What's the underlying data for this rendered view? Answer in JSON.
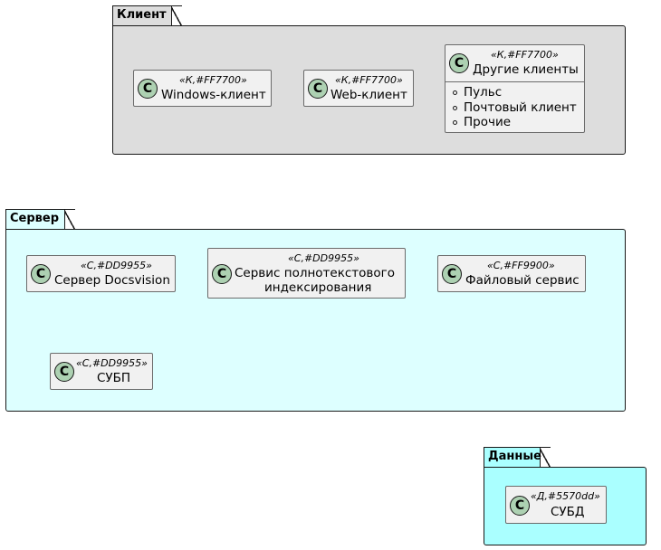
{
  "packages": {
    "client": {
      "title": "Клиент",
      "color": "#dddddd",
      "classes": {
        "windows": {
          "stereotype": "«К,#FF7700»",
          "name": "Windows-клиент"
        },
        "web": {
          "stereotype": "«К,#FF7700»",
          "name": "Web-клиент"
        },
        "other": {
          "stereotype": "«К,#FF7700»",
          "name": "Другие клиенты",
          "attributes": [
            "Пульс",
            "Почтовый клиент",
            "Прочие"
          ]
        }
      }
    },
    "server": {
      "title": "Сервер",
      "color": "#ddffff",
      "classes": {
        "docsvision": {
          "stereotype": "«С,#DD9955»",
          "name": "Сервер Docsvision"
        },
        "fulltext": {
          "stereotype": "«С,#DD9955»",
          "name_line1": "Сервис полнотекстового",
          "name_line2": "индексирования"
        },
        "file": {
          "stereotype": "«С,#FF9900»",
          "name": "Файловый сервис"
        },
        "subp": {
          "stereotype": "«С,#DD9955»",
          "name": "СУБП"
        }
      }
    },
    "data": {
      "title": "Данные",
      "color": "#aaffff",
      "classes": {
        "subd": {
          "stereotype": "«Д,#5570dd»",
          "name": "СУБД"
        }
      }
    }
  },
  "class_spot": {
    "letter": "C",
    "color": "#add1b2"
  }
}
